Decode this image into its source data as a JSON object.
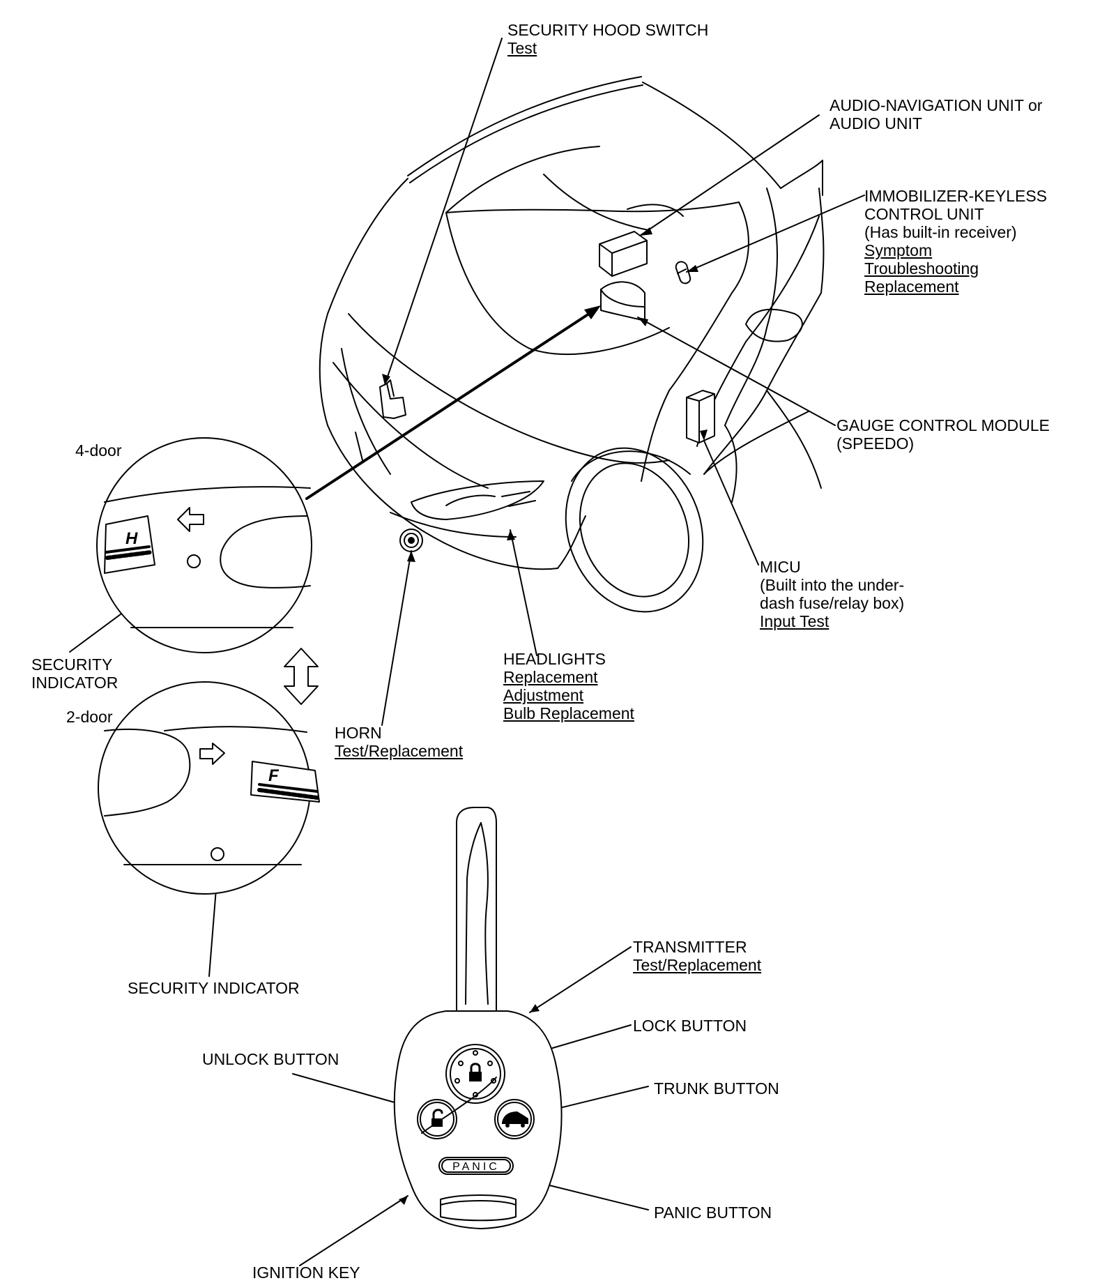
{
  "labels": {
    "hood_switch": {
      "title": "SECURITY HOOD SWITCH",
      "links": [
        "Test"
      ]
    },
    "audio_unit": {
      "lines": [
        "AUDIO-NAVIGATION UNIT or",
        "AUDIO UNIT"
      ]
    },
    "immobilizer": {
      "lines": [
        "IMMOBILIZER-KEYLESS",
        "CONTROL UNIT",
        "(Has built-in receiver)"
      ],
      "links": [
        "Symptom",
        "Troubleshooting",
        "Replacement"
      ]
    },
    "gauge_module": {
      "lines": [
        "GAUGE CONTROL MODULE",
        "(SPEEDO)"
      ]
    },
    "micu": {
      "lines": [
        "MICU",
        "(Built into the under-",
        "dash fuse/relay box)"
      ],
      "links": [
        "Input Test"
      ]
    },
    "headlights": {
      "title": "HEADLIGHTS",
      "links": [
        "Replacement",
        "Adjustment",
        "Bulb Replacement"
      ]
    },
    "horn": {
      "title": "HORN",
      "links": [
        "Test/Replacement"
      ]
    },
    "four_door": "4-door",
    "two_door": "2-door",
    "security_indicator_top": {
      "lines": [
        "SECURITY",
        "INDICATOR"
      ]
    },
    "security_indicator_bottom": "SECURITY INDICATOR",
    "transmitter": {
      "title": "TRANSMITTER",
      "links": [
        "Test/Replacement"
      ]
    },
    "lock_button": "LOCK BUTTON",
    "unlock_button": "UNLOCK BUTTON",
    "trunk_button": "TRUNK BUTTON",
    "panic_button": "PANIC BUTTON",
    "ignition_key": "IGNITION KEY"
  },
  "gauge_letters": {
    "top": "H",
    "bottom": "F"
  },
  "key_panic_text": "PANIC",
  "icons": [
    "hood-switch-icon",
    "audio-unit-icon",
    "immobilizer-icon",
    "gauge-module-icon",
    "micu-box-icon",
    "horn-icon",
    "indicator-led-icon",
    "lock-icon",
    "unlock-icon",
    "trunk-car-icon",
    "double-arrow-icon"
  ]
}
